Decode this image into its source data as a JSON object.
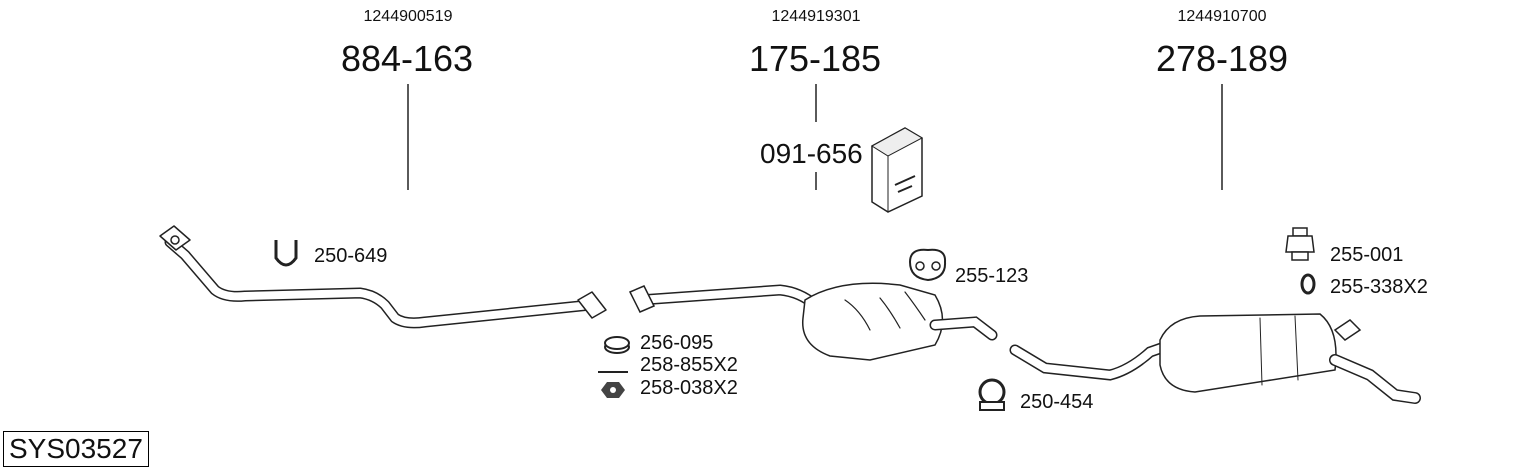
{
  "groups": [
    {
      "oe": "1244900519",
      "part": "884-163"
    },
    {
      "oe": "1244919301",
      "part": "175-185"
    },
    {
      "oe": "1244910700",
      "part": "278-189"
    }
  ],
  "kit_label": "091-656",
  "accessories": {
    "clamp_front": "250-649",
    "gasket": "256-095",
    "bolt": "258-855X2",
    "nut": "258-038X2",
    "hanger_mid": "255-123",
    "clamp_rear": "250-454",
    "rubber_mount": "255-001",
    "ring": "255-338X2"
  },
  "system_id": "SYS03527"
}
